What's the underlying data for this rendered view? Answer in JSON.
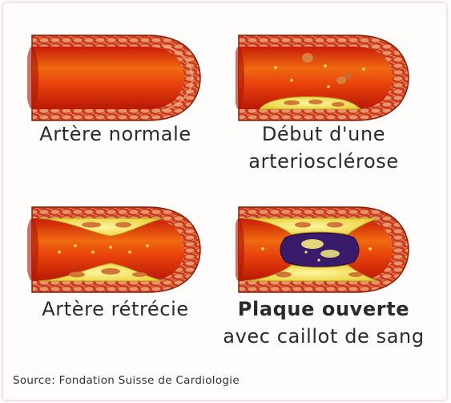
{
  "panels": [
    {
      "id": "normal",
      "caption_line1": "Artère normale",
      "caption_line2": ""
    },
    {
      "id": "early",
      "caption_line1": "Début d'une",
      "caption_line2": "arteriosclérose"
    },
    {
      "id": "narrowed",
      "caption_line1": "Artère rétrécie",
      "caption_line2": ""
    },
    {
      "id": "ruptured",
      "caption_line1": "Plaque ouverte",
      "caption_line2": "avec caillot de sang"
    }
  ],
  "source": "Source: Fondation Suisse de Cardiologie",
  "colors": {
    "wall_outer": "#c8381c",
    "wall_texture": "#e88a5a",
    "lumen": "#d8260c",
    "lumen_highlight": "#f07018",
    "plaque": "#f2e85a",
    "clot": "#3a1a6a"
  }
}
